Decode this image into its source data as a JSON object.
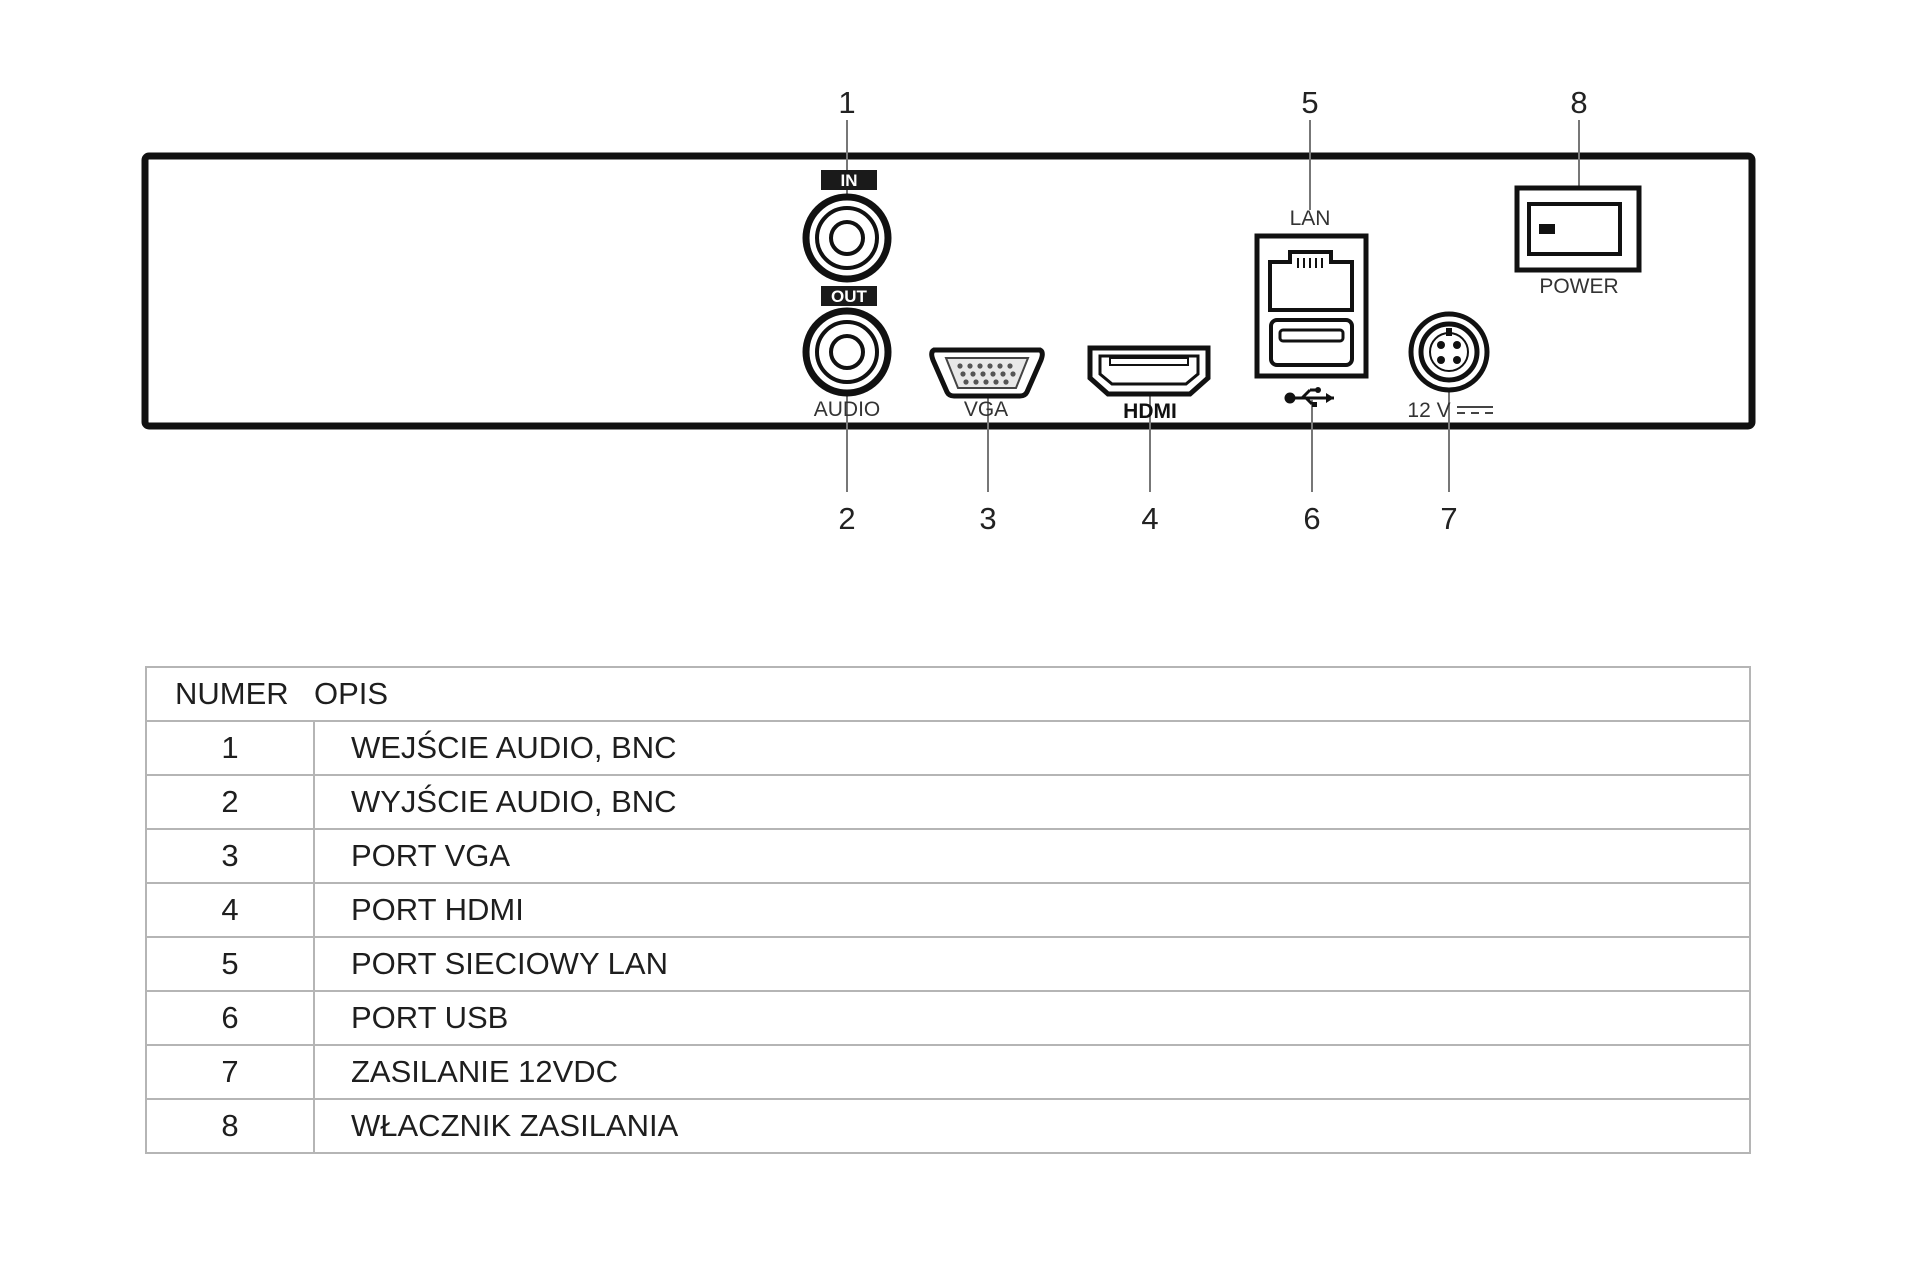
{
  "callouts": [
    "1",
    "2",
    "3",
    "4",
    "5",
    "6",
    "7",
    "8"
  ],
  "labels": {
    "in": "IN",
    "out": "OUT",
    "audio": "AUDIO",
    "vga": "VGA",
    "hdmi": "HDMI",
    "lan": "LAN",
    "power_in": "12 V",
    "power_switch": "POWER"
  },
  "table": {
    "headers": [
      "NUMER",
      "OPIS"
    ],
    "rows": [
      {
        "num": "1",
        "desc": "WEJŚCIE AUDIO, BNC"
      },
      {
        "num": "2",
        "desc": "WYJŚCIE AUDIO, BNC"
      },
      {
        "num": "3",
        "desc": "PORT VGA"
      },
      {
        "num": "4",
        "desc": "PORT HDMI"
      },
      {
        "num": "5",
        "desc": "PORT SIECIOWY LAN"
      },
      {
        "num": "6",
        "desc": "PORT USB"
      },
      {
        "num": "7",
        "desc": "ZASILANIE 12VDC"
      },
      {
        "num": "8",
        "desc": "WŁACZNIK ZASILANIA"
      }
    ]
  }
}
